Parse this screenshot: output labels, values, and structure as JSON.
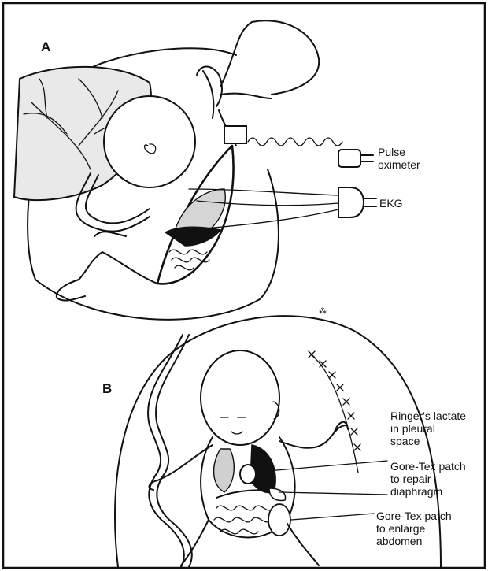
{
  "panels": {
    "a": "A",
    "b": "B"
  },
  "panel_a": {
    "pulse_oximeter": "Pulse\noximeter",
    "ekg": "EKG"
  },
  "panel_b": {
    "ringers": "Ringer's lactate\nin pleural\nspace",
    "gore_tex_diaphragm": "Gore-Tex patch\nto repair\ndiaphragm",
    "gore_tex_abdomen": "Gore-Tex patch\nto enlarge\nabdomen"
  }
}
